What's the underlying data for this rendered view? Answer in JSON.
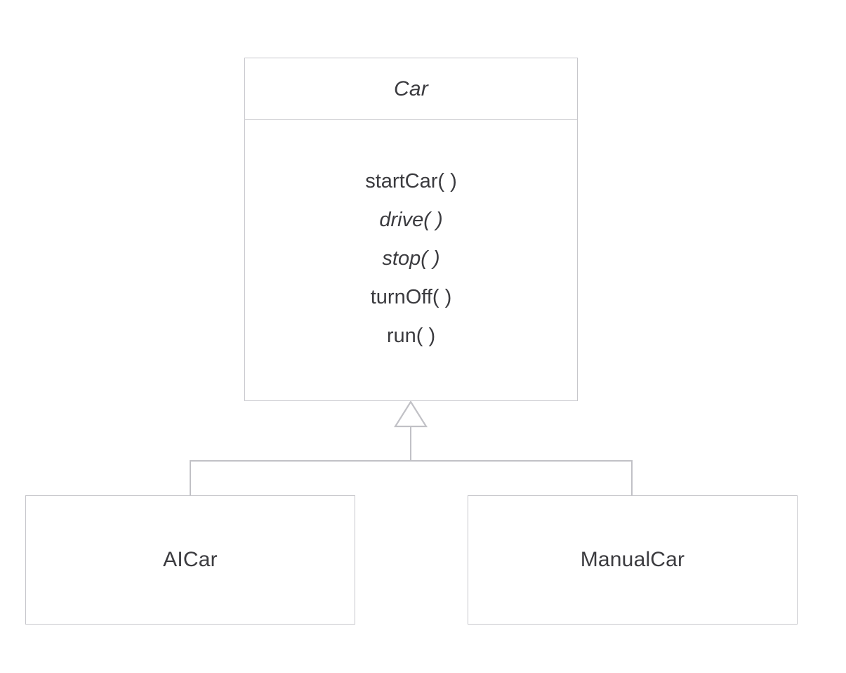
{
  "diagram": {
    "type": "uml-class-diagram",
    "relationship": "generalization",
    "classes": {
      "base": {
        "name": "Car",
        "is_abstract": true,
        "members": [
          {
            "label": "startCar( )",
            "is_abstract": false
          },
          {
            "label": "drive( )",
            "is_abstract": true
          },
          {
            "label": "stop( )",
            "is_abstract": true
          },
          {
            "label": "turnOff( )",
            "is_abstract": false
          },
          {
            "label": "run( )",
            "is_abstract": false
          }
        ]
      },
      "subclass_left": {
        "name": "AICar",
        "is_abstract": false,
        "members": []
      },
      "subclass_right": {
        "name": "ManualCar",
        "is_abstract": false,
        "members": []
      }
    },
    "colors": {
      "background": "#ffffff",
      "border": "#c6c6cb",
      "connector": "#c1c1c6",
      "text": "#3b3b3f"
    }
  }
}
